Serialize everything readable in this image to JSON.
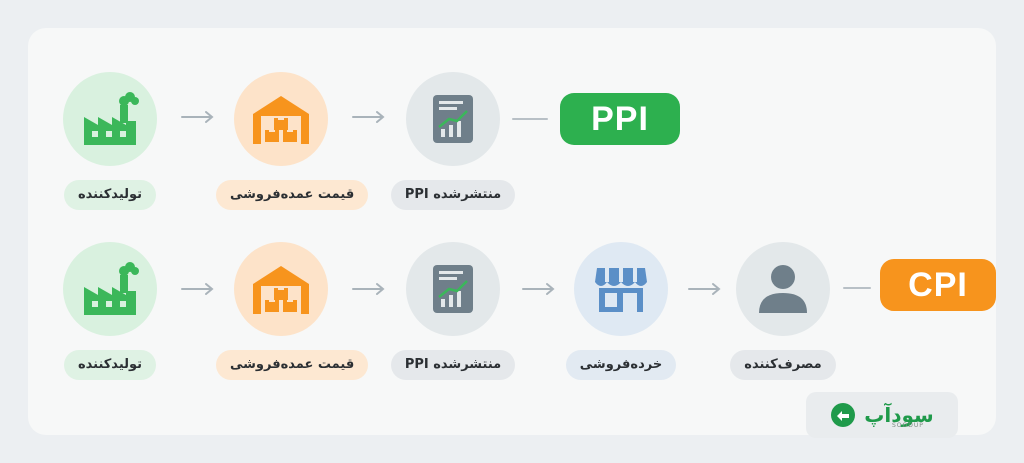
{
  "rows": [
    {
      "nodes": [
        {
          "label": "تولیدکننده",
          "icon": "factory-icon",
          "color": "green"
        },
        {
          "label": "قیمت عمده‌فروشی",
          "icon": "warehouse-icon",
          "color": "orange"
        },
        {
          "label": "PPI  منتشرشده",
          "icon": "report-chart-icon",
          "color": "gray"
        }
      ],
      "result": {
        "label": "PPI",
        "color": "#2db04f"
      }
    },
    {
      "nodes": [
        {
          "label": "تولیدکننده",
          "icon": "factory-icon",
          "color": "green"
        },
        {
          "label": "قیمت عمده‌فروشی",
          "icon": "warehouse-icon",
          "color": "orange"
        },
        {
          "label": "PPI  منتشرشده",
          "icon": "report-chart-icon",
          "color": "gray"
        },
        {
          "label": "خرده‌فروشی",
          "icon": "storefront-icon",
          "color": "blue"
        },
        {
          "label": "مصرف‌کننده",
          "icon": "person-icon",
          "color": "gray"
        }
      ],
      "result": {
        "label": "CPI",
        "color": "#f7941d"
      }
    }
  ],
  "logo": {
    "text": "سودآپ",
    "sub": "SOODUP"
  }
}
